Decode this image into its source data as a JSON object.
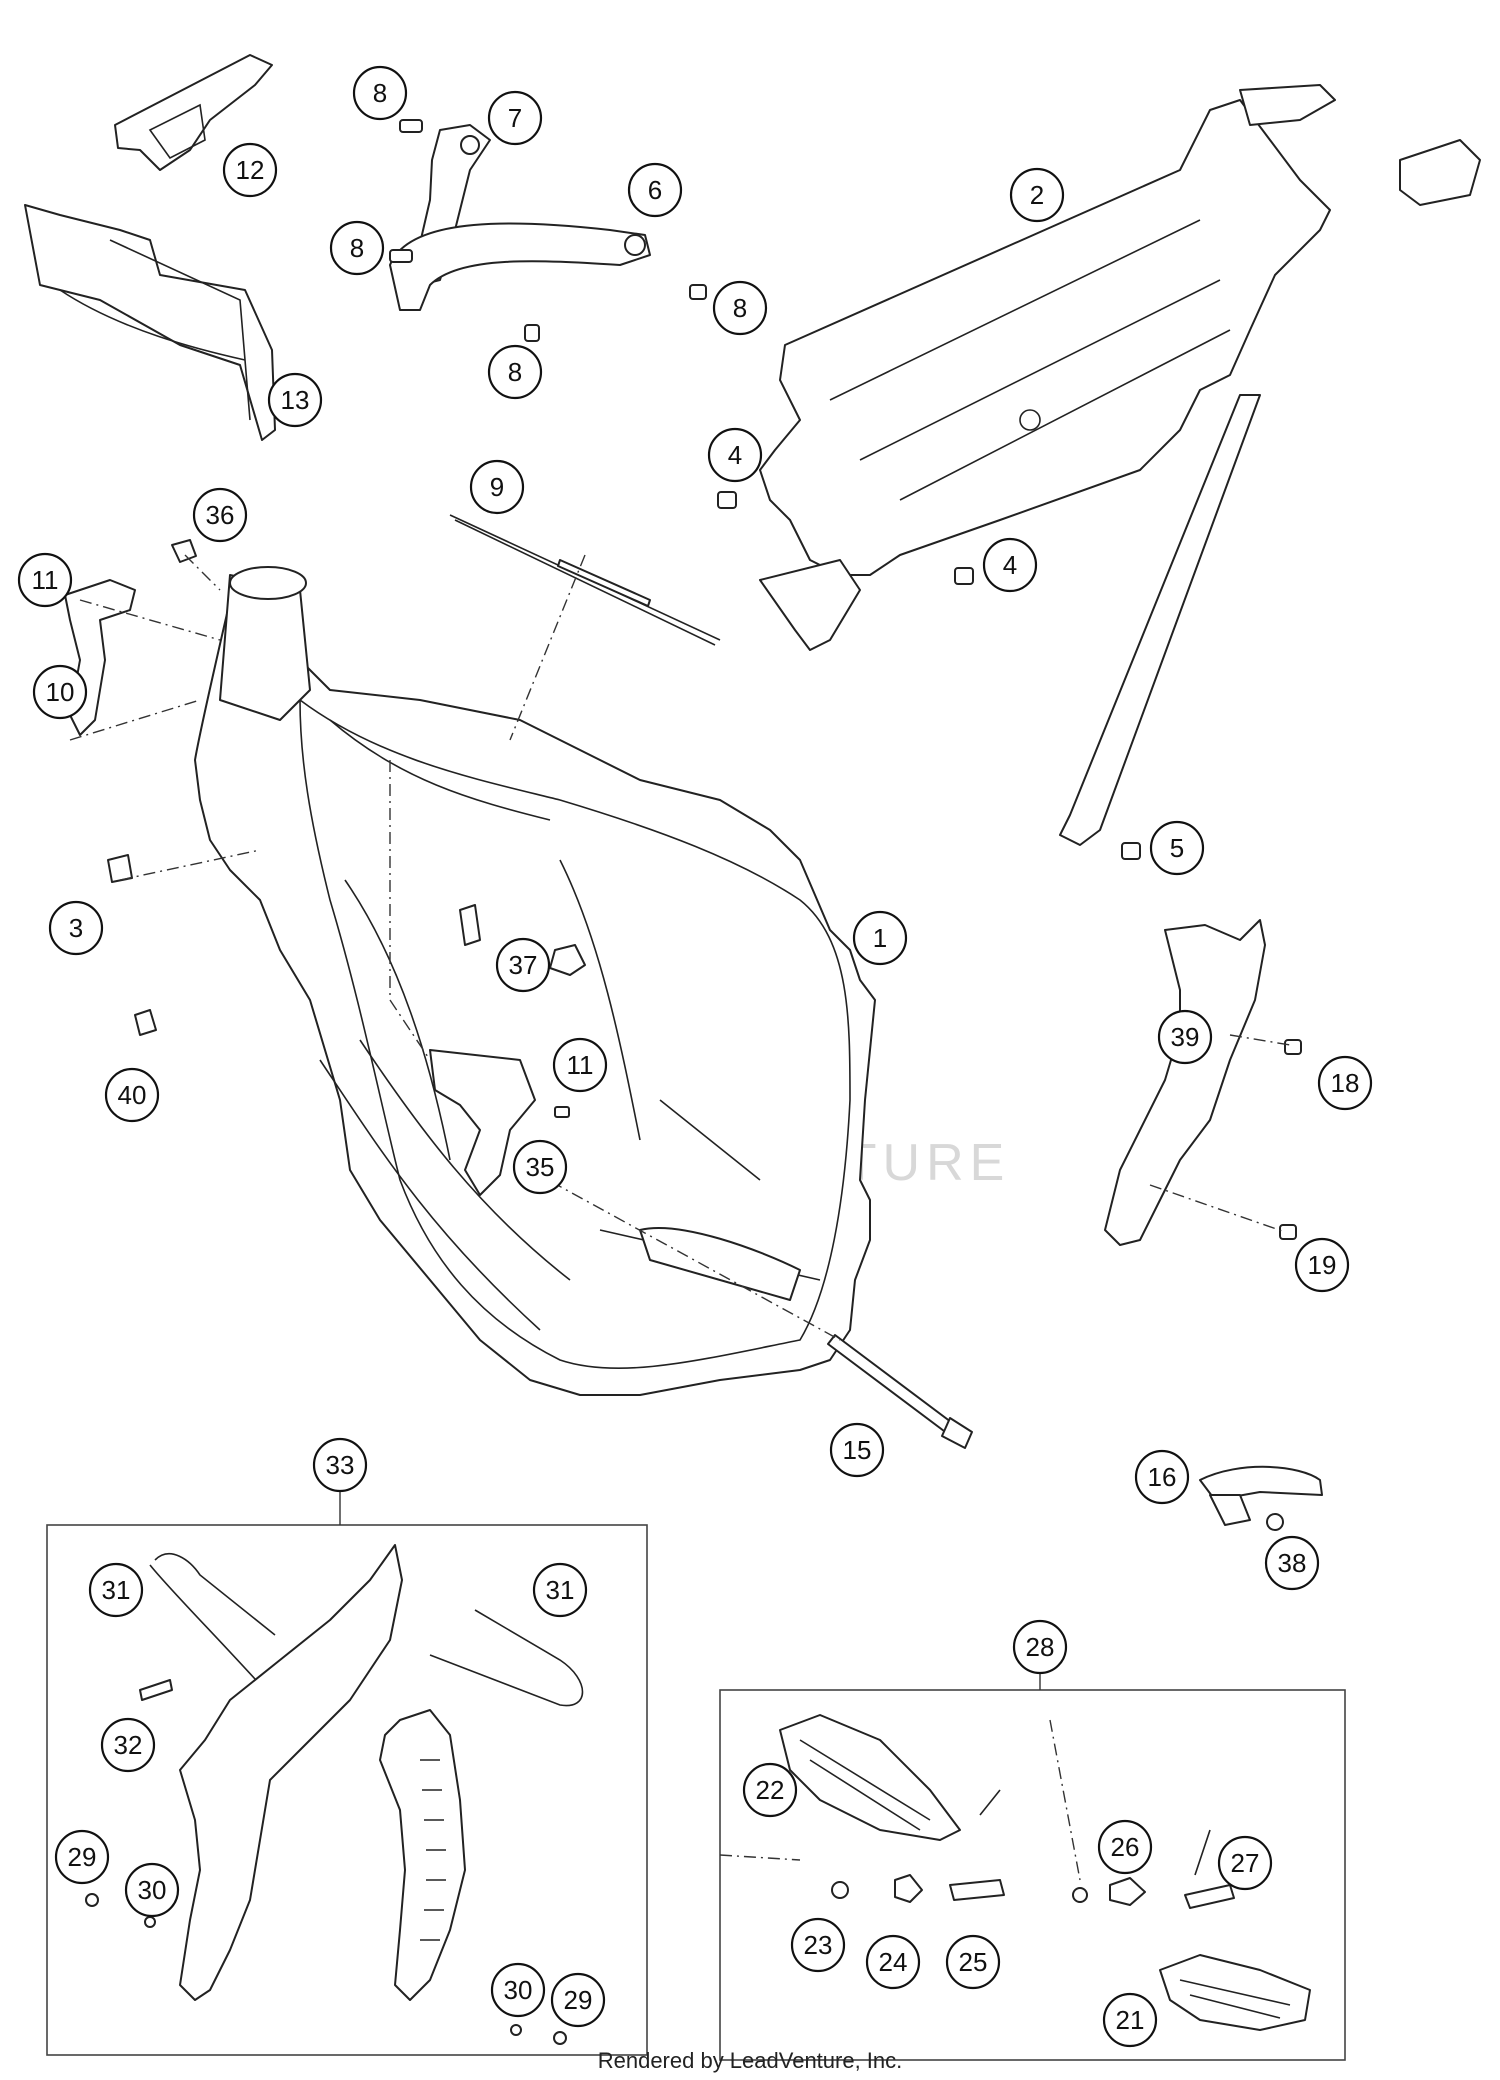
{
  "footer": "Rendered by LeadVenture, Inc.",
  "watermark": "LEADVENTURE",
  "callouts": {
    "c1": "1",
    "c2": "2",
    "c3": "3",
    "c4a": "4",
    "c4b": "4",
    "c5": "5",
    "c6": "6",
    "c7": "7",
    "c8a": "8",
    "c8b": "8",
    "c8c": "8",
    "c8d": "8",
    "c9": "9",
    "c10": "10",
    "c11a": "11",
    "c11b": "11",
    "c12": "12",
    "c13": "13",
    "c15": "15",
    "c16": "16",
    "c18": "18",
    "c19": "19",
    "c21": "21",
    "c22": "22",
    "c23": "23",
    "c24": "24",
    "c25": "25",
    "c26": "26",
    "c27": "27",
    "c28": "28",
    "c29a": "29",
    "c29b": "29",
    "c30a": "30",
    "c30b": "30",
    "c31a": "31",
    "c31b": "31",
    "c32": "32",
    "c33": "33",
    "c35": "35",
    "c36": "36",
    "c37": "37",
    "c38": "38",
    "c39": "39",
    "c40": "40"
  }
}
